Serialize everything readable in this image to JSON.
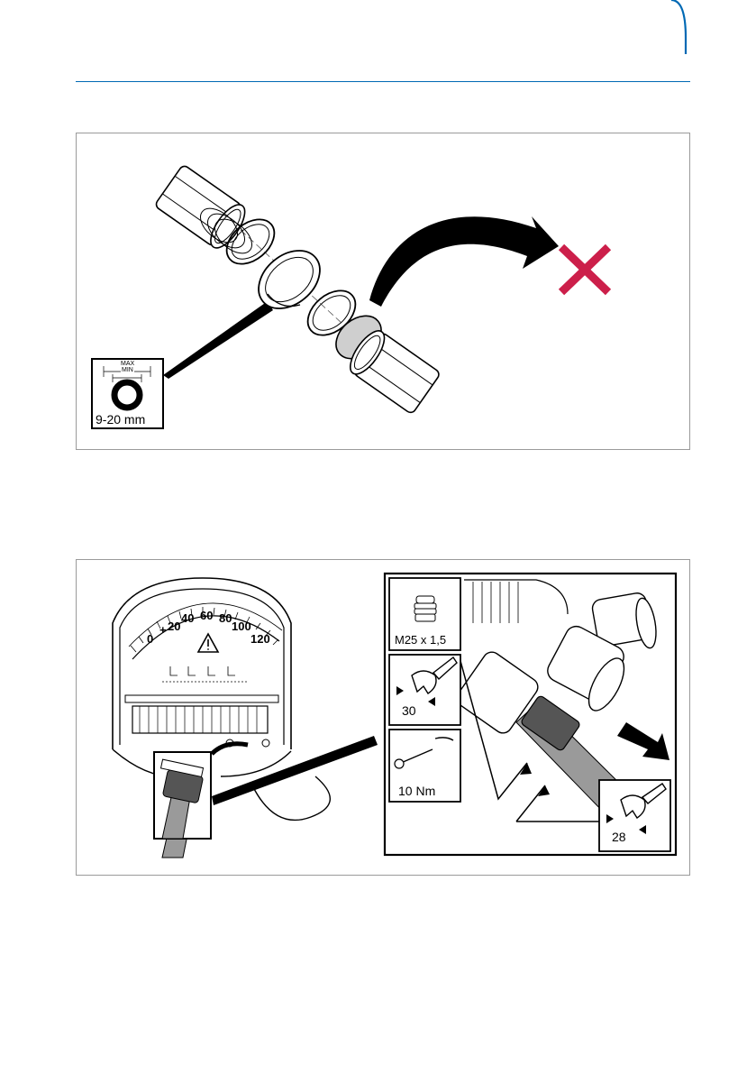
{
  "colors": {
    "accent": "#0069b4",
    "reject": "#cc1f4a",
    "frame": "#9a9a9a"
  },
  "figure1": {
    "gauge_box": {
      "max_label": "MAX",
      "min_label": "MIN",
      "range_label": "9-20 mm"
    },
    "reject_icon": "cross-icon"
  },
  "figure2": {
    "dial_numbers": [
      "0",
      "20",
      "40",
      "60",
      "80",
      "100",
      "120"
    ],
    "dial_plus": "+",
    "warning_icon": "warning-triangle-icon",
    "thread_label": "M25 x 1,5",
    "wrench1_size": "30",
    "torque_label": "10 Nm",
    "wrench2_size": "28"
  }
}
